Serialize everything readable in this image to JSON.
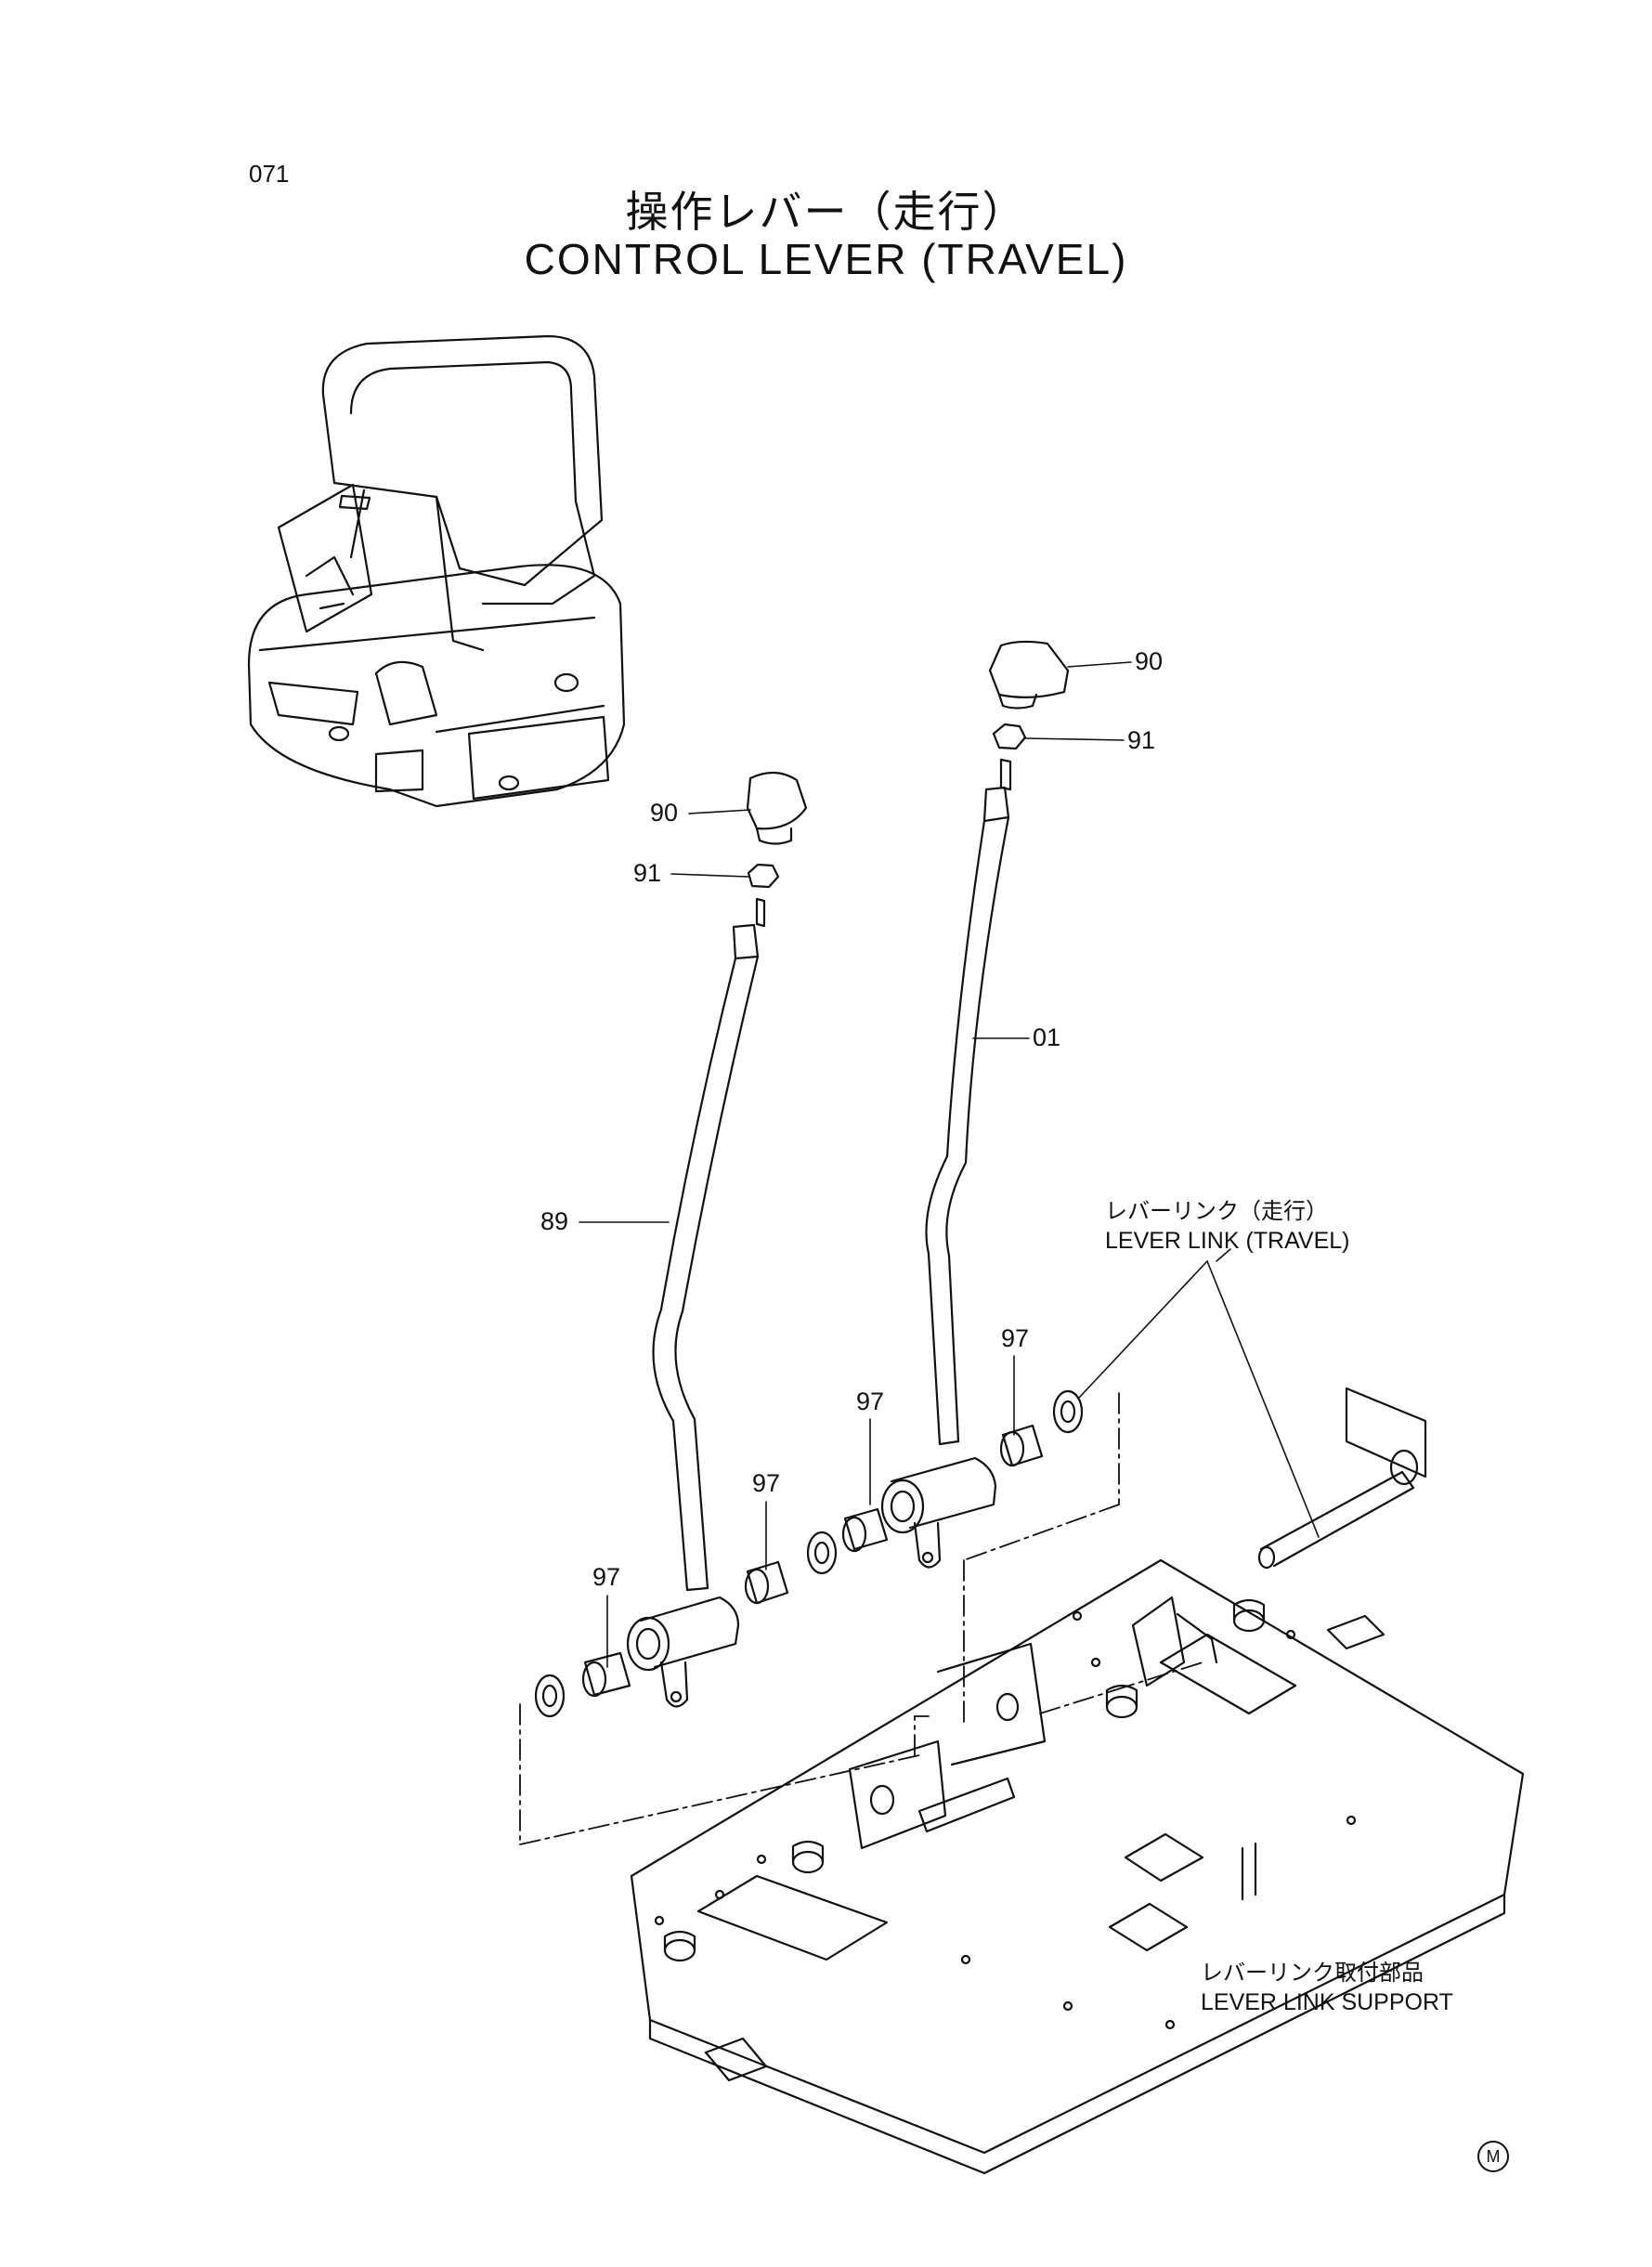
{
  "page": {
    "number": "071"
  },
  "title": {
    "japanese": "操作レバー（走行）",
    "english": "CONTROL LEVER (TRAVEL)"
  },
  "callouts": [
    {
      "id": "knob-right",
      "text": "90"
    },
    {
      "id": "nut-right",
      "text": "91"
    },
    {
      "id": "lever-right",
      "text": "01"
    },
    {
      "id": "knob-left",
      "text": "90"
    },
    {
      "id": "nut-left",
      "text": "91"
    },
    {
      "id": "lever-left",
      "text": "89"
    },
    {
      "id": "bushing-a",
      "text": "97"
    },
    {
      "id": "bushing-b",
      "text": "97"
    },
    {
      "id": "bushing-c",
      "text": "97"
    },
    {
      "id": "bushing-d",
      "text": "97"
    }
  ],
  "assemblies": {
    "lever_link": {
      "japanese": "レバーリンク（走行）",
      "english": "LEVER LINK (TRAVEL)"
    },
    "lever_link_support": {
      "japanese": "レバーリンク取付部品",
      "english": "LEVER LINK SUPPORT"
    }
  },
  "corner_mark": "M",
  "colors": {
    "ink": "#111111",
    "paper": "#ffffff"
  }
}
